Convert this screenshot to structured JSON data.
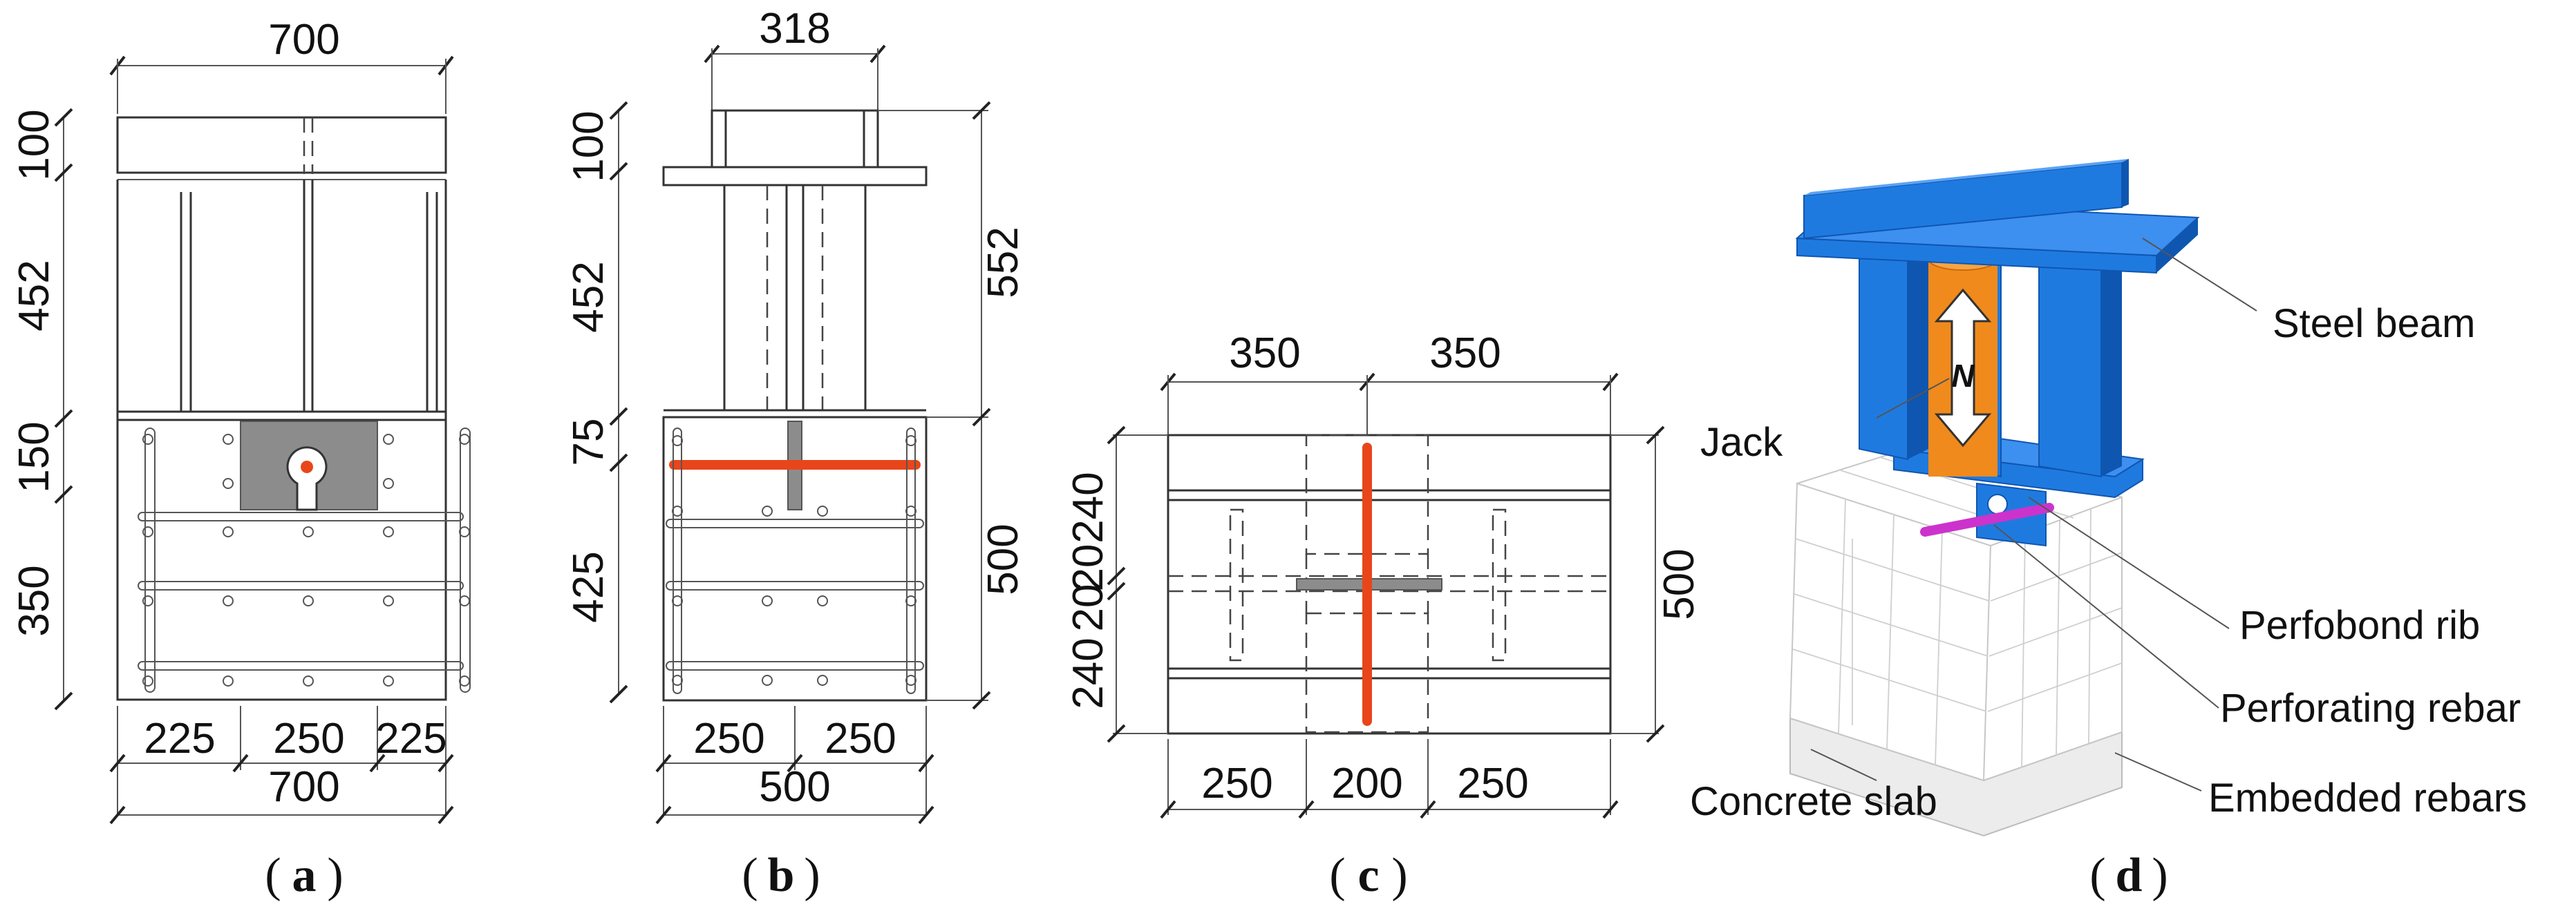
{
  "figure": {
    "a": {
      "caption_open": "(",
      "caption_letter": "a",
      "caption_close": ")",
      "dim_top": "700",
      "dim_top_plate": "100",
      "dim_web": "452",
      "dim_slab_top": "150",
      "dim_slab_bottom": "350",
      "dim_left": "225",
      "dim_mid": "250",
      "dim_right": "225",
      "dim_bottom": "700"
    },
    "b": {
      "caption_open": "(",
      "caption_letter": "b",
      "caption_close": ")",
      "dim_top": "318",
      "dim_top_plate": "100",
      "dim_web": "452",
      "dim_slab_top": "75",
      "dim_slab_bottom": "425",
      "dim_height_total": "552",
      "dim_slab_height": "500",
      "dim_left": "250",
      "dim_right": "250",
      "dim_bottom": "500"
    },
    "c": {
      "caption_open": "(",
      "caption_letter": "c",
      "caption_close": ")",
      "dim_top_left": "350",
      "dim_top_right": "350",
      "dim_side_top": "240",
      "dim_side_mid1": "20",
      "dim_side_mid2": "20",
      "dim_side_bottom": "240",
      "dim_right": "500",
      "dim_bottom_left": "250",
      "dim_bottom_mid": "200",
      "dim_bottom_right": "250"
    },
    "d": {
      "caption_open": "(",
      "caption_letter": "d",
      "caption_close": ")",
      "label_steel_beam": "Steel beam",
      "label_jack": "Jack",
      "label_force": "N",
      "label_perfobond": "Perfobond rib",
      "label_perforating": "Perforating rebar",
      "label_concrete": "Concrete slab",
      "label_embedded": "Embedded rebars"
    }
  },
  "colors": {
    "steel_blue": "#1f7ae0",
    "steel_blue_dark": "#0f56b0",
    "jack_orange": "#f08a1c",
    "rebar_red": "#e8461a",
    "rib_gray": "#8c8c8c",
    "perforating_magenta": "#cc33cc"
  }
}
